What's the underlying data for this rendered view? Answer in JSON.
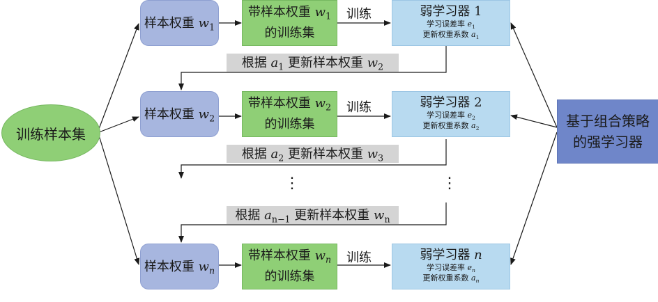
{
  "training_set": "训练样本集",
  "strong_learner": {
    "line1": "基于组合策略",
    "line2": "的强学习器"
  },
  "train_label": "训练",
  "weight_prefix": "样本权重",
  "train_line1": "带样本权重",
  "train_line2": "的训练集",
  "learner_prefix": "弱学习器",
  "error_label": "学习误差率",
  "coef_label": "更新权重系数",
  "update_prefix": "根据",
  "update_middle": "更新样本权重",
  "var_weight": "w",
  "var_error": "e",
  "var_coef": "a",
  "ellipsis": "⋮",
  "rows": [
    {
      "idx": "1",
      "upd_a": "1",
      "upd_w": "2"
    },
    {
      "idx": "2",
      "upd_a": "2",
      "upd_w": "3"
    },
    {
      "idx": "n",
      "upd_a": "n−1",
      "upd_w": "n"
    }
  ],
  "colors": {
    "weight_box": "#a7b6df",
    "train_box": "#8fcf76",
    "learner_box": "#b8daf0",
    "strong_box": "#6f86c9",
    "update_bar": "#d4d4d4"
  }
}
